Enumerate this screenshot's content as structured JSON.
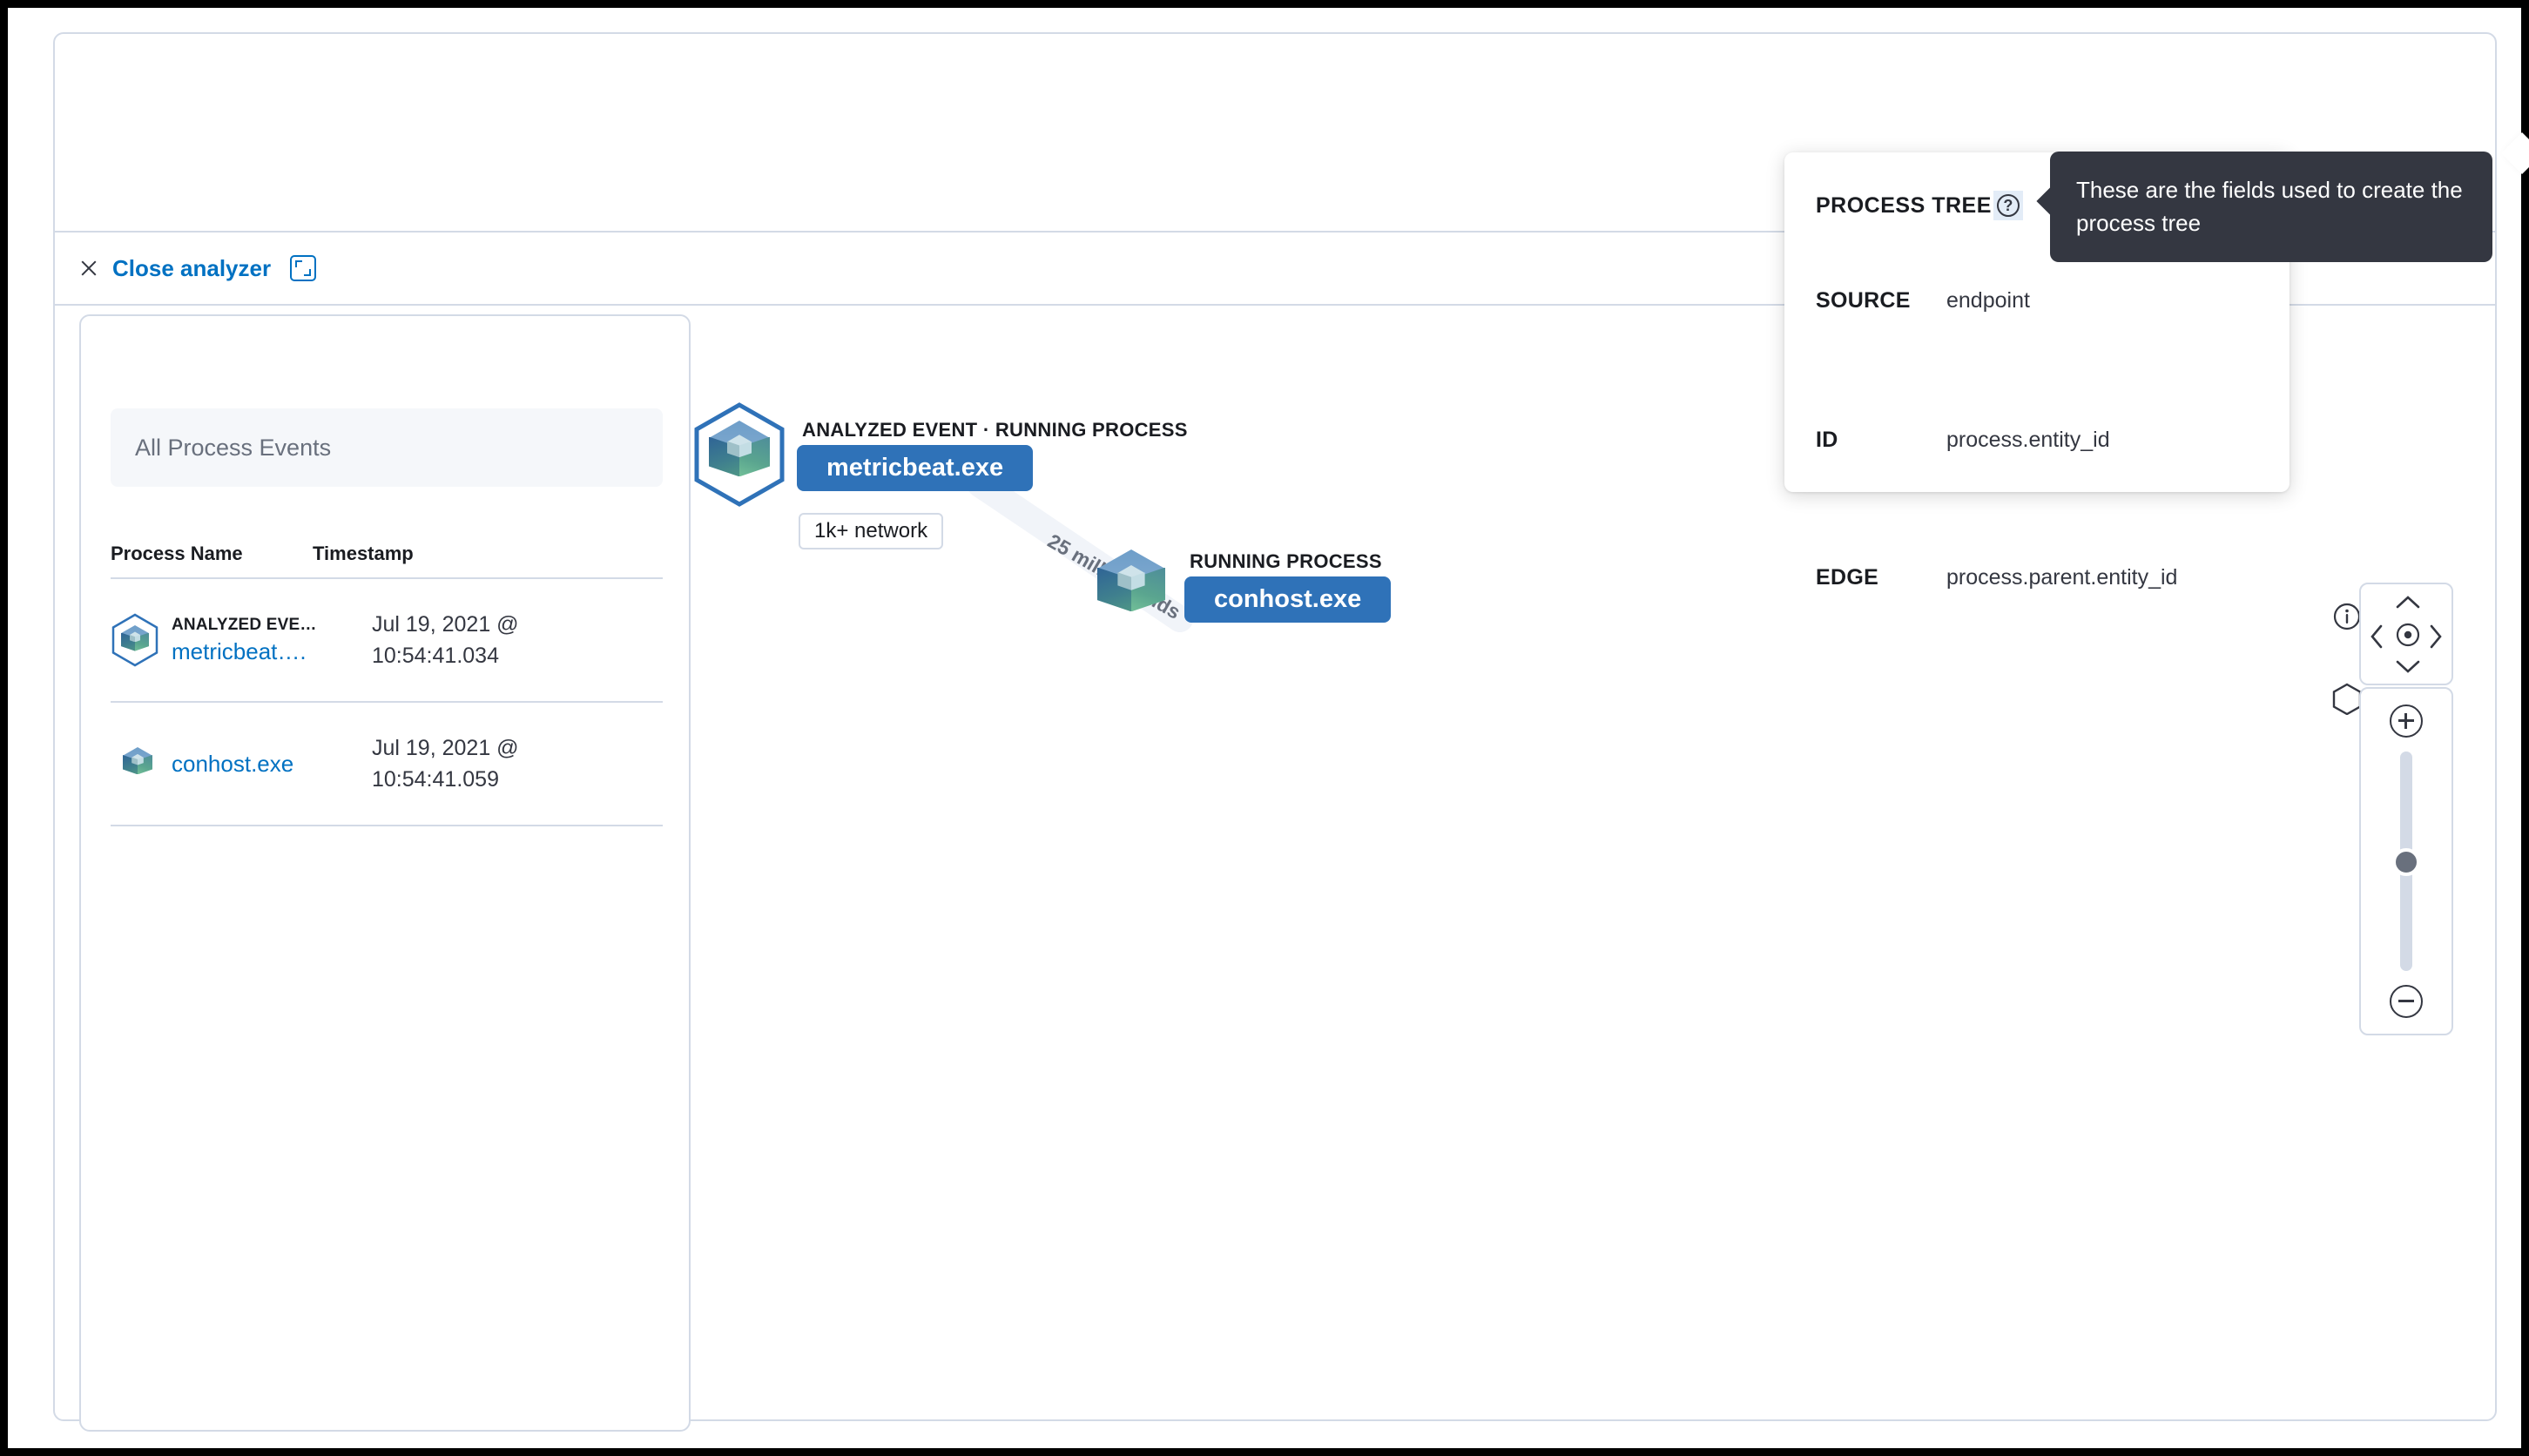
{
  "toolbar": {
    "close_label": "Close analyzer",
    "close_icon": "close-icon",
    "fullscreen_icon": "fullscreen-icon"
  },
  "left_panel": {
    "filter_label": "All Process Events",
    "columns": [
      "Process Name",
      "Timestamp"
    ],
    "rows": [
      {
        "tag": "ANALYZED EVE…",
        "name": "metricbeat….",
        "timestamp": "Jul 19, 2021 @ 10:54:41.034",
        "icon": "analyzed-process-cube-icon"
      },
      {
        "tag": "",
        "name": "conhost.exe",
        "timestamp": "Jul 19, 2021 @ 10:54:41.059",
        "icon": "process-cube-icon"
      }
    ]
  },
  "graph": {
    "nodes": [
      {
        "kind": "ANALYZED EVENT · RUNNING PROCESS",
        "label": "metricbeat.exe",
        "badge": "1k+ network",
        "icon": "analyzed-process-cube-icon"
      },
      {
        "kind": "RUNNING PROCESS",
        "label": "conhost.exe",
        "badge": "",
        "icon": "process-cube-icon"
      }
    ],
    "edge_label": "25 milliseconds",
    "accent_blue": "#2f72b8",
    "ring_blue": "#2f72b8"
  },
  "popover": {
    "title": "PROCESS TREE",
    "help_icon": "question-mark-icon",
    "fields": [
      {
        "key": "SOURCE",
        "value": "endpoint"
      },
      {
        "key": "ID",
        "value": "process.entity_id"
      },
      {
        "key": "EDGE",
        "value": "process.parent.entity_id"
      }
    ]
  },
  "tooltip": {
    "text": "These are the fields used to create the process tree"
  },
  "controls": {
    "info_icon": "info-circle-icon",
    "schema_icon": "hexagon-icon",
    "nav": {
      "up_icon": "chevron-up-icon",
      "down_icon": "chevron-down-icon",
      "left_icon": "chevron-left-icon",
      "right_icon": "chevron-right-icon",
      "center_icon": "recenter-icon"
    },
    "zoom": {
      "in_icon": "zoom-in-icon",
      "out_icon": "zoom-out-icon",
      "slider": "zoom-slider"
    }
  }
}
